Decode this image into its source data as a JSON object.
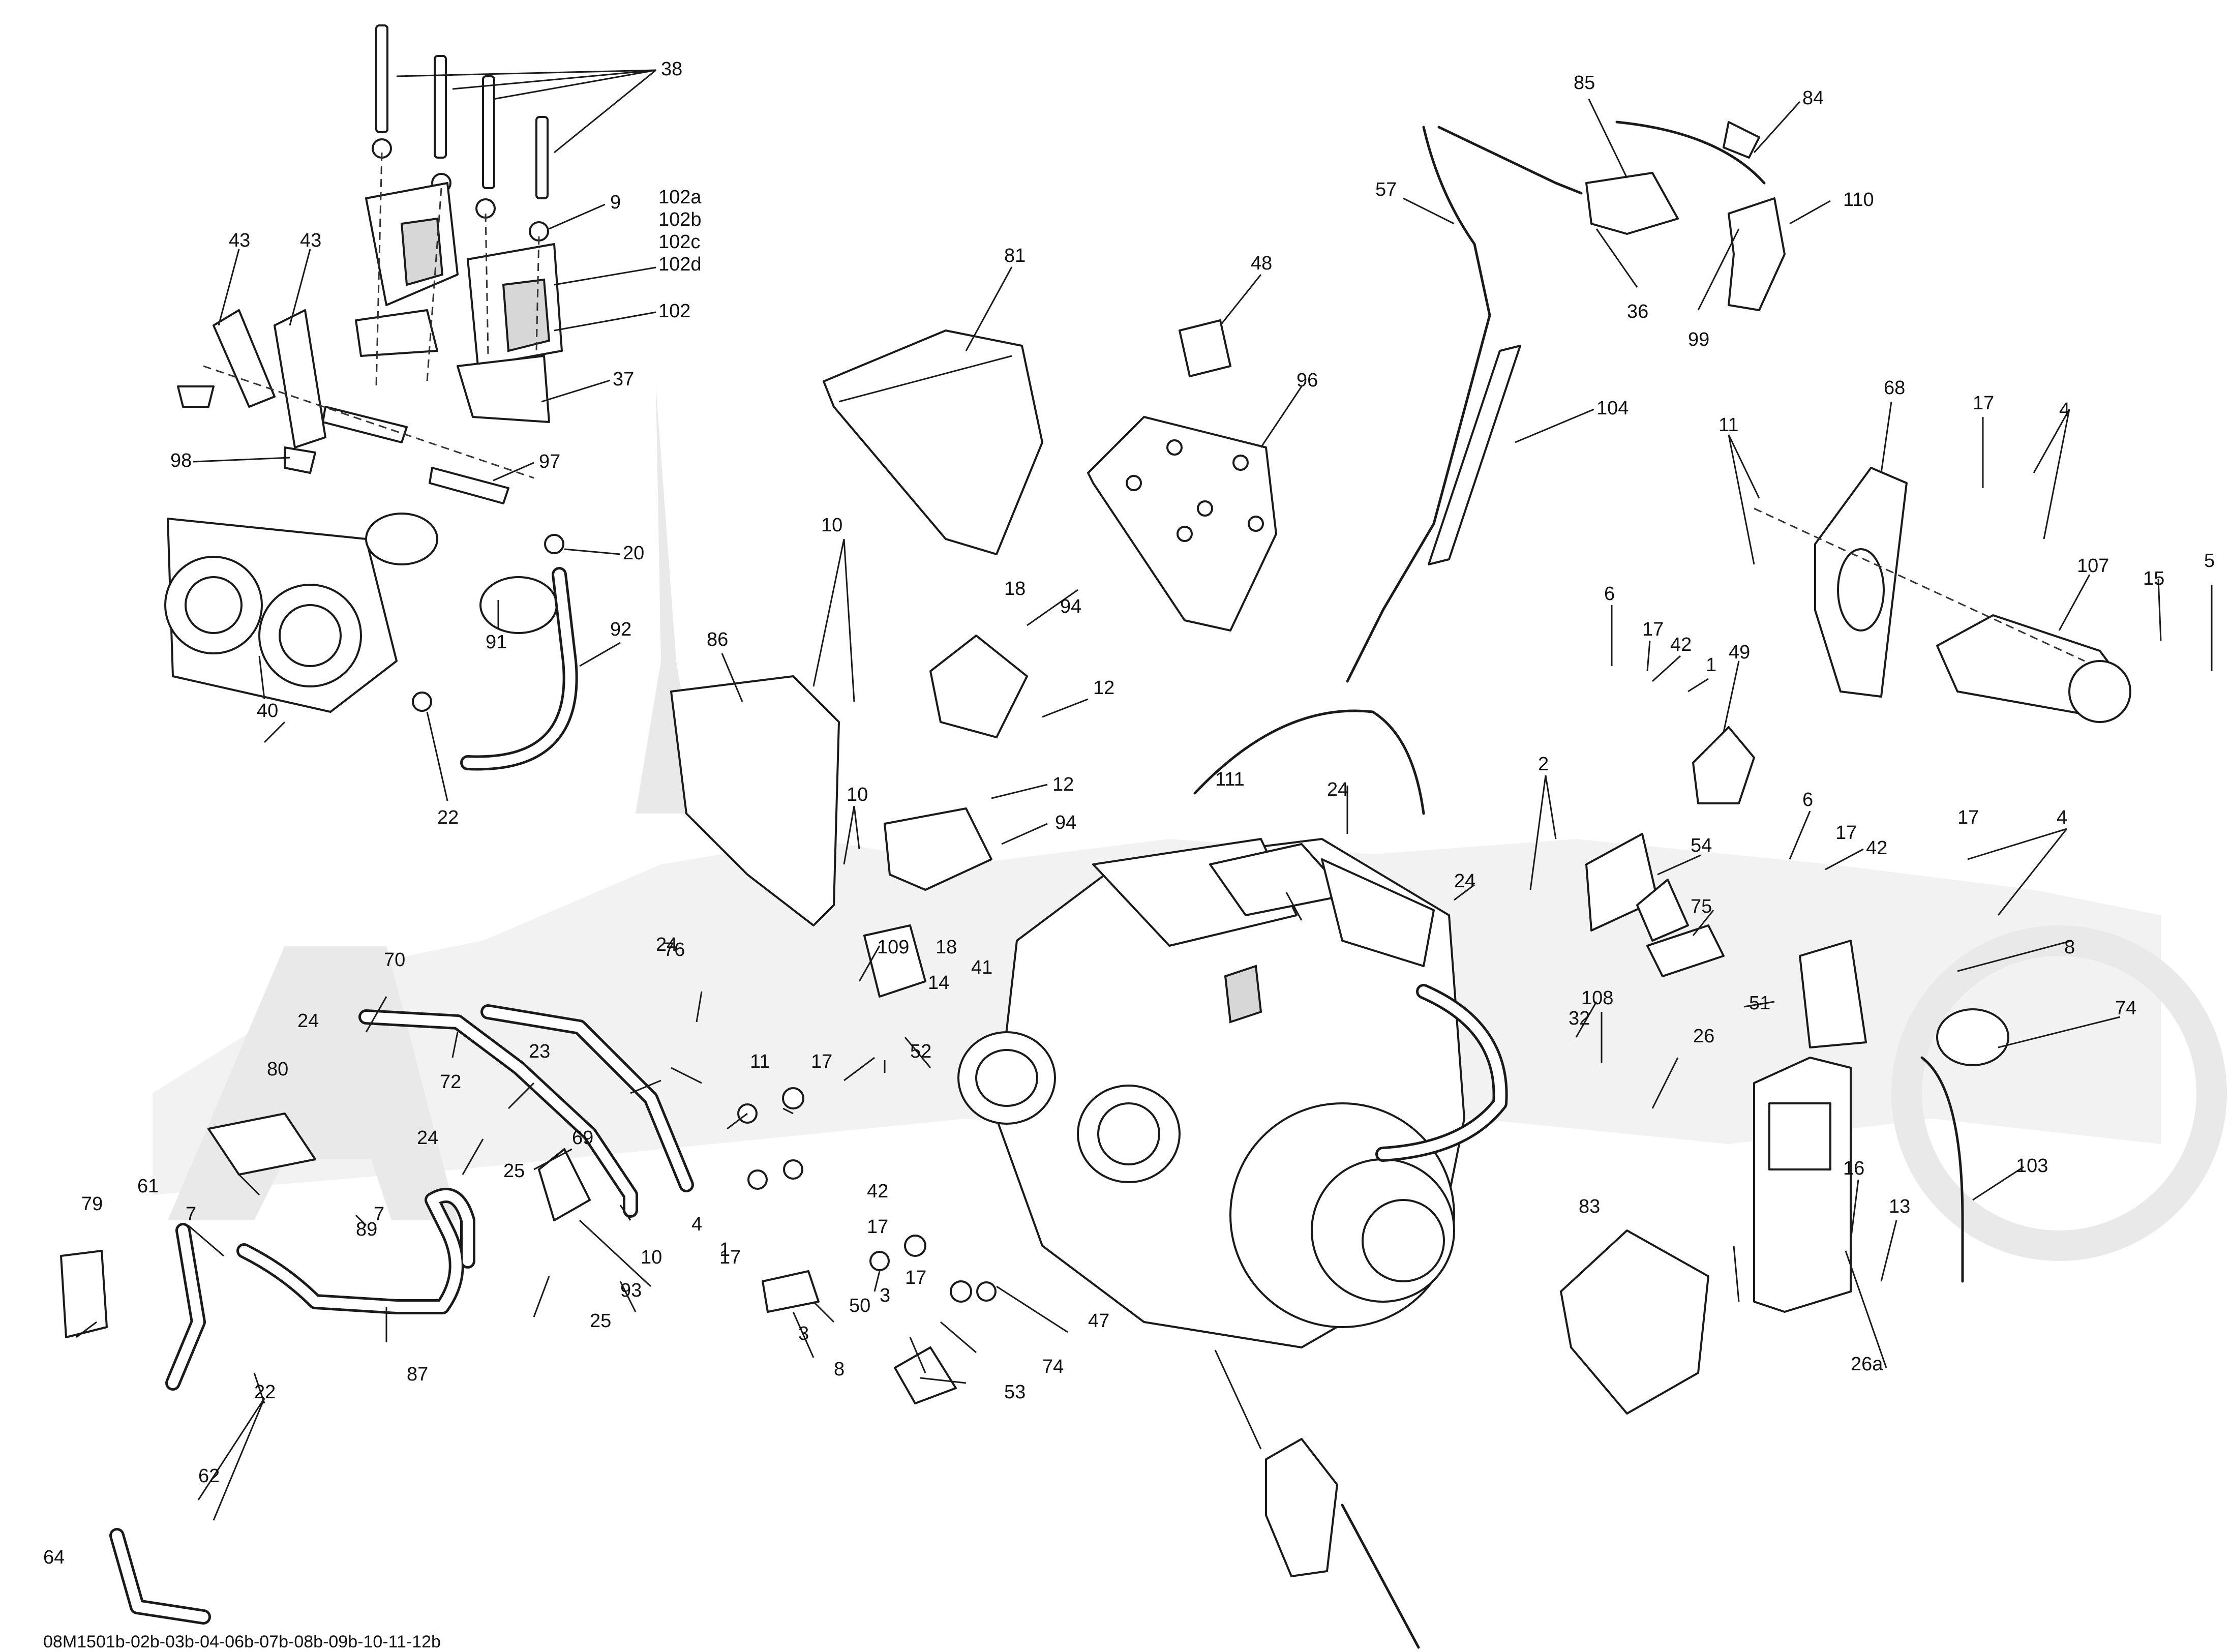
{
  "footer_code": "08M1501b-02b-03b-04-06b-07b-08b-09b-10-11-12b",
  "callouts": [
    "38",
    "9",
    "102a",
    "102b",
    "102c",
    "102d",
    "102",
    "37",
    "43",
    "43",
    "98",
    "97",
    "20",
    "92",
    "91",
    "40",
    "22",
    "81",
    "48",
    "96",
    "57",
    "104",
    "85",
    "84",
    "110",
    "36",
    "99",
    "68",
    "17",
    "4",
    "11",
    "107",
    "15",
    "5",
    "6",
    "17",
    "42",
    "1",
    "49",
    "2",
    "54",
    "75",
    "6",
    "17",
    "42",
    "17",
    "4",
    "8",
    "51",
    "74",
    "86",
    "10",
    "18",
    "94",
    "12",
    "12",
    "94",
    "10",
    "109",
    "18",
    "111",
    "24",
    "24",
    "41",
    "14",
    "11",
    "17",
    "52",
    "24",
    "108",
    "32",
    "26",
    "83",
    "16",
    "13",
    "103",
    "26a",
    "70",
    "24",
    "80",
    "7",
    "7",
    "72",
    "23",
    "24",
    "69",
    "76",
    "24",
    "25",
    "89",
    "93",
    "25",
    "79",
    "61",
    "87",
    "22",
    "62",
    "64",
    "10",
    "4",
    "17",
    "42",
    "17",
    "17",
    "1",
    "50",
    "3",
    "3",
    "74",
    "8",
    "53",
    "47"
  ],
  "colors": {
    "line": "#1a1a1a",
    "watermark": "#e9e9e9",
    "background": "#ffffff"
  }
}
